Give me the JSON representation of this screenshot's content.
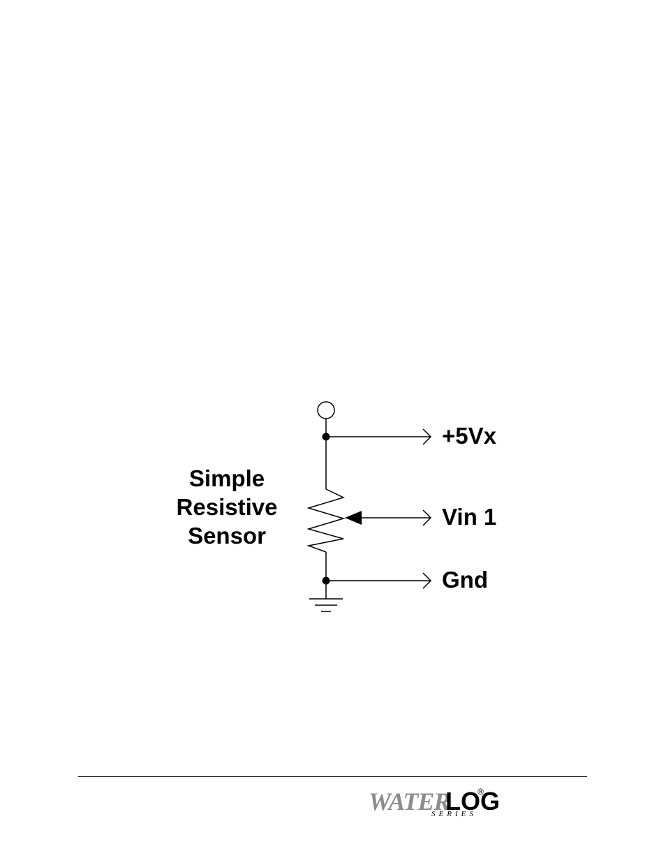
{
  "diagram": {
    "sensor_label_lines": [
      "Simple",
      "Resistive",
      "Sensor"
    ],
    "pins": {
      "excitation": "+5Vx",
      "input": "Vin 1",
      "ground": "Gnd"
    }
  },
  "footer": {
    "logo": {
      "water": "WATER",
      "log": "LOG",
      "series": "SERIES",
      "registered": "®"
    }
  }
}
